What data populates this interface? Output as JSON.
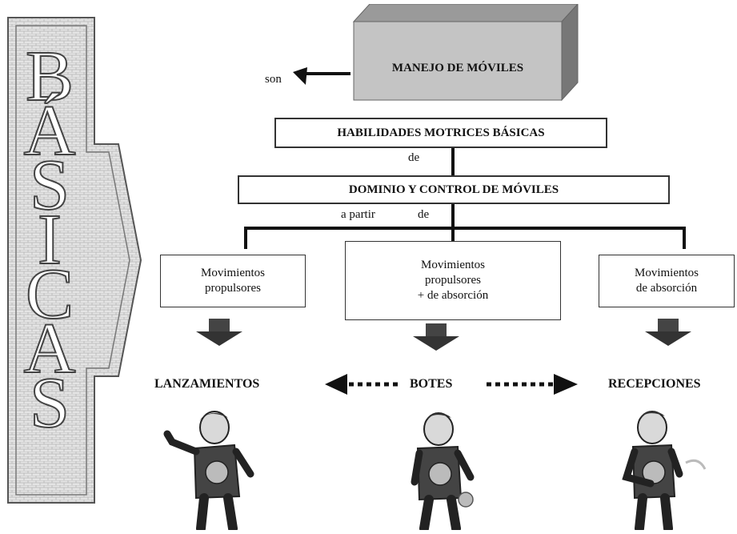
{
  "left_arrow": {
    "letters": [
      "B",
      "Á",
      "S",
      "I",
      "C",
      "A",
      "S"
    ]
  },
  "top_box": {
    "title": "MANEJO DE MÓVILES",
    "connector": "son"
  },
  "level1": {
    "title": "HABILIDADES MOTRICES BÁSICAS",
    "connector": "de"
  },
  "level2": {
    "title": "DOMINIO Y CONTROL DE MÓVILES",
    "connector_a": "a partir",
    "connector_b": "de"
  },
  "branches": [
    {
      "lines": [
        "Movimientos",
        "propulsores"
      ],
      "result": "LANZAMIENTOS"
    },
    {
      "lines": [
        "Movimientos",
        "propulsores",
        "+ de absorción"
      ],
      "result": "BOTES"
    },
    {
      "lines": [
        "Movimientos",
        "de absorción"
      ],
      "result": "RECEPCIONES"
    }
  ],
  "colors": {
    "box_gray": "#c9c9c9",
    "line": "#111111",
    "brick": "#dcdcdc"
  }
}
